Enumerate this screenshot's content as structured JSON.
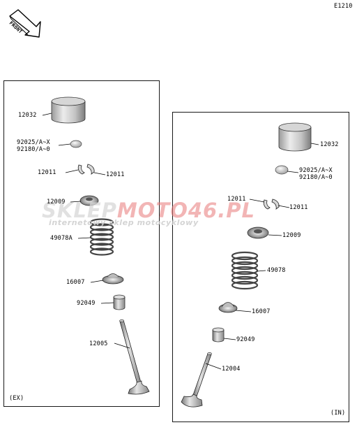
{
  "diagram_code": "E1210",
  "front_label": "FRONT",
  "watermark": {
    "brand_a": "SKLEP",
    "brand_b": "MOTO46.PL",
    "tagline": "internetowy sklep motocyklowy"
  },
  "panel_ex": {
    "tag": "(EX)",
    "labels": {
      "tappet": "12032",
      "shim_a": "92025/A~X",
      "shim_b": "92180/A~0",
      "cotter_l": "12011",
      "cotter_r": "12011",
      "retainer": "12009",
      "spring": "49078A",
      "seat": "16007",
      "seal": "92049",
      "valve": "12005"
    }
  },
  "panel_in": {
    "tag": "(IN)",
    "labels": {
      "tappet": "12032",
      "shim_a": "92025/A~X",
      "shim_b": "92180/A~0",
      "cotter_l": "12011",
      "cotter_r": "12011",
      "retainer": "12009",
      "spring": "49078",
      "seat": "16007",
      "seal": "92049",
      "valve": "12004"
    }
  }
}
